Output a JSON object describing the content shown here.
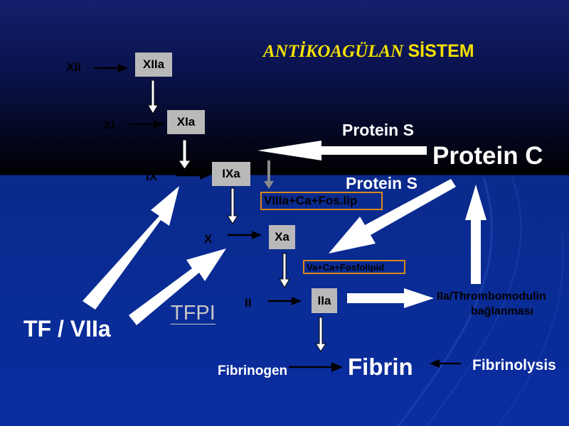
{
  "title": {
    "italic": "ANTİKOAGÜLAN ",
    "regular": "SİSTEM",
    "color": "#f5e000"
  },
  "nodes": {
    "xii": "XII",
    "xiia": "XIIa",
    "xi": "XI",
    "xia": "XIa",
    "ix": "IX",
    "ixa": "IXa",
    "x": "X",
    "xa": "Xa",
    "ii": "II",
    "iia": "IIa",
    "fibrinogen": "Fibrinogen",
    "fibrin": "Fibrin",
    "fibrinolysis": "Fibrinolysis"
  },
  "cofactors": {
    "viiia": "VIIIa+Ca+Fos.lip",
    "va": "Va+Ca+Fosfolipid"
  },
  "labels": {
    "protein_s_top": "Protein S",
    "protein_s_mid": "Protein S",
    "protein_c": "Protein C",
    "thrombomodulin_line1": "IIa/Thrombomodulin",
    "thrombomodulin_line2": "bağlanması",
    "tf_viia": "TF / VIIa",
    "tfpi": "TFPI"
  },
  "colors": {
    "text": "#ffffff",
    "box": "#b9b9b9",
    "orange_border": "#d8881a",
    "tfpi": "#c8c8c8"
  }
}
